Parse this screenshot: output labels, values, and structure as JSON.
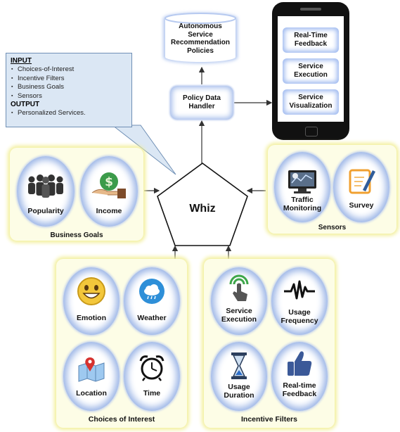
{
  "callout": {
    "input_heading": "INPUT",
    "input_items": [
      "Choices-of-Interest",
      "Incentive Filters",
      "Business Goals",
      "Sensors"
    ],
    "output_heading": "OUTPUT",
    "output_items": [
      "Personalized Services."
    ]
  },
  "policies": {
    "label_line1": "Autonomous",
    "label_line2": "Service",
    "label_line3": "Recommendation",
    "label_line4": "Policies"
  },
  "handler": {
    "label_line1": "Policy Data",
    "label_line2": "Handler"
  },
  "whiz": {
    "label": "Whiz"
  },
  "phone": {
    "buttons": [
      {
        "line1": "Real-Time",
        "line2": "Feedback"
      },
      {
        "line1": "Service",
        "line2": "Execution"
      },
      {
        "line1": "Service",
        "line2": "Visualization"
      }
    ]
  },
  "business_goals": {
    "title": "Business Goals",
    "items": [
      {
        "label": "Popularity",
        "icon": "people-icon"
      },
      {
        "label": "Income",
        "icon": "money-hand-icon"
      }
    ]
  },
  "sensors": {
    "title": "Sensors",
    "items": [
      {
        "line1": "Traffic",
        "line2": "Monitoring",
        "icon": "traffic-monitor-icon"
      },
      {
        "line1": "Survey",
        "line2": "",
        "icon": "survey-icon"
      }
    ]
  },
  "choices": {
    "title": "Choices of Interest",
    "items": [
      {
        "label": "Emotion",
        "icon": "smiley-icon"
      },
      {
        "label": "Weather",
        "icon": "weather-icon"
      },
      {
        "label": "Location",
        "icon": "map-pin-icon"
      },
      {
        "label": "Time",
        "icon": "alarm-clock-icon"
      }
    ]
  },
  "incentive": {
    "title": "Incentive Filters",
    "items": [
      {
        "line1": "Service",
        "line2": "Execution",
        "icon": "touch-icon"
      },
      {
        "line1": "Usage",
        "line2": "Frequency",
        "icon": "pulse-icon"
      },
      {
        "line1": "Usage",
        "line2": "Duration",
        "icon": "hourglass-icon"
      },
      {
        "line1": "Real-time",
        "line2": "Feedback",
        "icon": "thumbs-up-icon"
      }
    ]
  },
  "colors": {
    "group_fill": "#fdfde6",
    "group_glow": "#f2ef9a",
    "bubble_glow": "#9ab4e6",
    "callout_fill": "#dbe7f4",
    "phone_body": "#111111"
  }
}
